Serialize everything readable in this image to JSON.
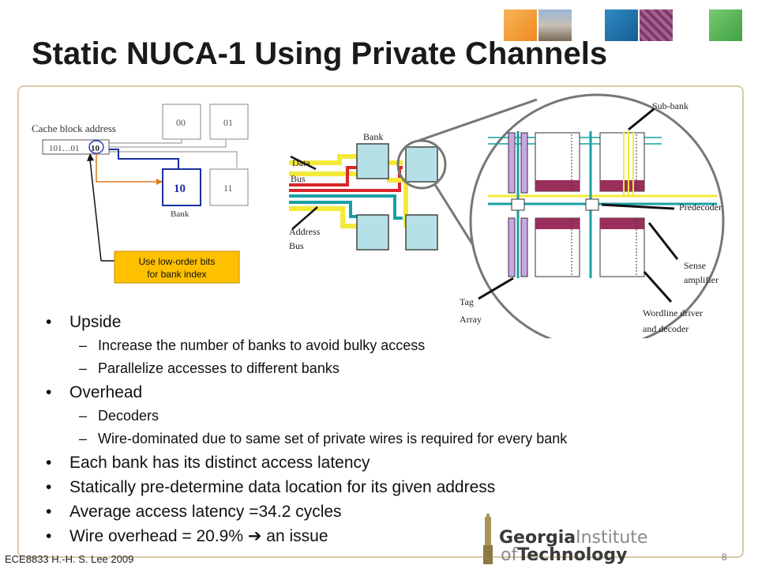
{
  "slide": {
    "title": "Static NUCA-1 Using Private Channels",
    "footer_left": "ECE8833 H.-H. S. Lee 2009",
    "page_number": "8",
    "logo_line1_bold": "Georgia",
    "logo_line1_light": "Institute",
    "logo_line2_light": "of",
    "logo_line2_bold": "Technology"
  },
  "left_diagram": {
    "cache_block_label": "Cache block address",
    "address_prefix": "101…01",
    "address_low_bits": "10",
    "banks": [
      "00",
      "01",
      "10",
      "11"
    ],
    "bank_label": "Bank",
    "note_line1": "Use low-order bits",
    "note_line2": "for bank index"
  },
  "right_diagram": {
    "bank": "Bank",
    "data_bus_1": "Data",
    "data_bus_2": "Bus",
    "address_bus_1": "Address",
    "address_bus_2": "Bus",
    "tag_array_1": "Tag",
    "tag_array_2": "Array",
    "sub_bank": "Sub-bank",
    "predecoder": "Predecoder",
    "sense_amp_1": "Sense",
    "sense_amp_2": "amplifier",
    "wordline_1": "Wordline driver",
    "wordline_2": "and decoder"
  },
  "bullets": [
    {
      "level": 1,
      "text": "Upside"
    },
    {
      "level": 2,
      "text": "Increase the number of banks to avoid bulky access"
    },
    {
      "level": 2,
      "text": "Parallelize accesses to different banks"
    },
    {
      "level": 1,
      "text": "Overhead"
    },
    {
      "level": 2,
      "text": "Decoders"
    },
    {
      "level": 2,
      "text": "Wire-dominated due to same set of private wires is required for every bank"
    },
    {
      "level": 1,
      "text": "Each bank has its distinct access latency"
    },
    {
      "level": 1,
      "text": "Statically pre-determine data location for its given address"
    },
    {
      "level": 1,
      "text": "Average access latency =34.2 cycles"
    },
    {
      "level": 1,
      "text": "Wire overhead = 20.9% ➔ an issue"
    }
  ],
  "colors": {
    "title": "#1a1a1a",
    "tile_orange": "#f39a2e",
    "tile_blue": "#1e6fa8",
    "tile_green": "#5cb85c",
    "bank_fill": "#b5e0e6",
    "bus_yellow": "#f3ea3a",
    "bus_red": "#d9262a",
    "bus_teal": "#1aa0a4",
    "note_fill": "#ffc000",
    "subarray_maroon": "#9b2f5c",
    "tag_purple": "#c9a6e6"
  }
}
